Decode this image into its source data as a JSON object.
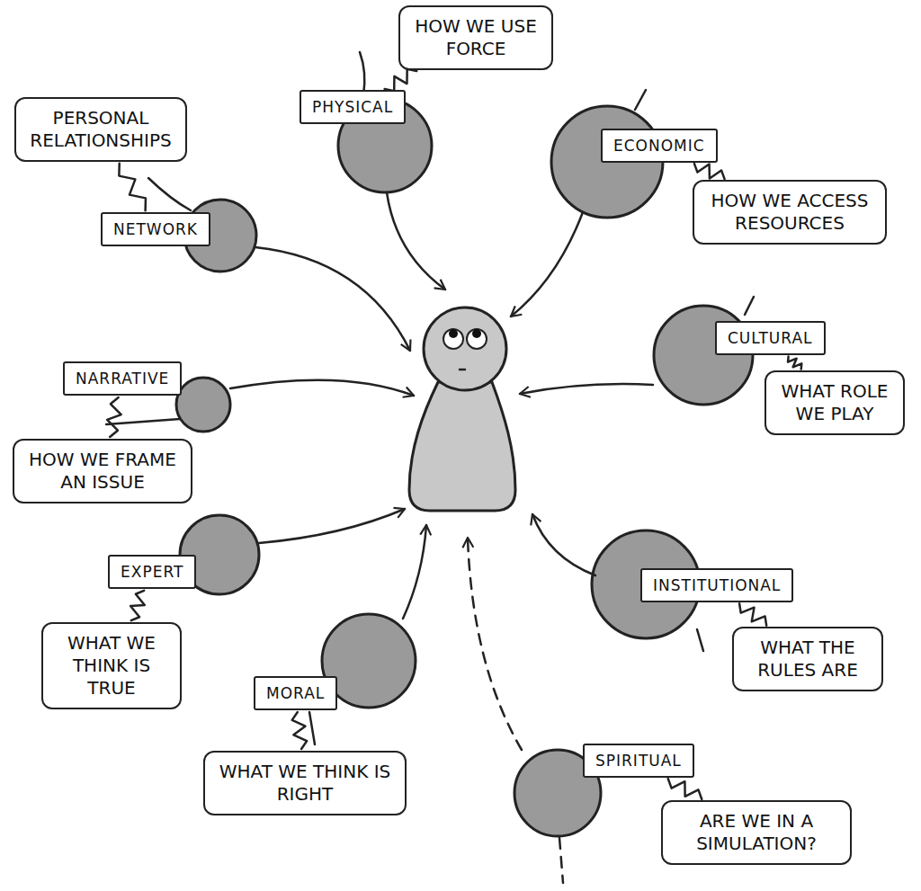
{
  "diagram": {
    "nodes": [
      {
        "text": [
          "HOW WE USE FORCE"
        ]
      },
      {
        "text": [
          "PHYSICAL"
        ]
      },
      {
        "text": [
          "PERSONAL RELATIONSHIPS"
        ]
      },
      {
        "text": [
          "NETWORK"
        ]
      },
      {
        "text": [
          "ECONOMIC"
        ]
      },
      {
        "text": [
          "HOW WE ACCESS RESOURCES"
        ]
      },
      {
        "text": [
          "CULTURAL"
        ]
      },
      {
        "text": [
          "WHAT ROLE WE PLAY"
        ]
      },
      {
        "text": [
          "NARRATIVE"
        ]
      },
      {
        "text": [
          "HOW WE FRAME AN ISSUE"
        ]
      },
      {
        "text": [
          "EXPERT"
        ]
      },
      {
        "text": [
          "WHAT WE THINK IS TRUE"
        ]
      },
      {
        "text": [
          "INSTITUTIONAL"
        ]
      },
      {
        "text": [
          "WHAT THE RULES ARE"
        ]
      },
      {
        "text": [
          "MORAL"
        ]
      },
      {
        "text": [
          "WHAT WE THINK IS RIGHT"
        ]
      },
      {
        "text": [
          "SPIRITUAL"
        ]
      },
      {
        "text": [
          "ARE WE IN A SIMULATION?"
        ]
      }
    ],
    "edges": [
      {
        "from": 0,
        "to": 1,
        "arrow": "none"
      },
      {
        "from": 2,
        "to": 3,
        "arrow": "none"
      },
      {
        "from": 5,
        "to": 4,
        "arrow": "none"
      },
      {
        "from": 7,
        "to": 6,
        "arrow": "none"
      },
      {
        "from": 9,
        "to": 8,
        "arrow": "none"
      },
      {
        "from": 11,
        "to": 10,
        "arrow": "none"
      },
      {
        "from": 13,
        "to": 12,
        "arrow": "none"
      },
      {
        "from": 15,
        "to": 14,
        "arrow": "none"
      },
      {
        "from": 17,
        "to": 16,
        "arrow": "none"
      }
    ]
  }
}
